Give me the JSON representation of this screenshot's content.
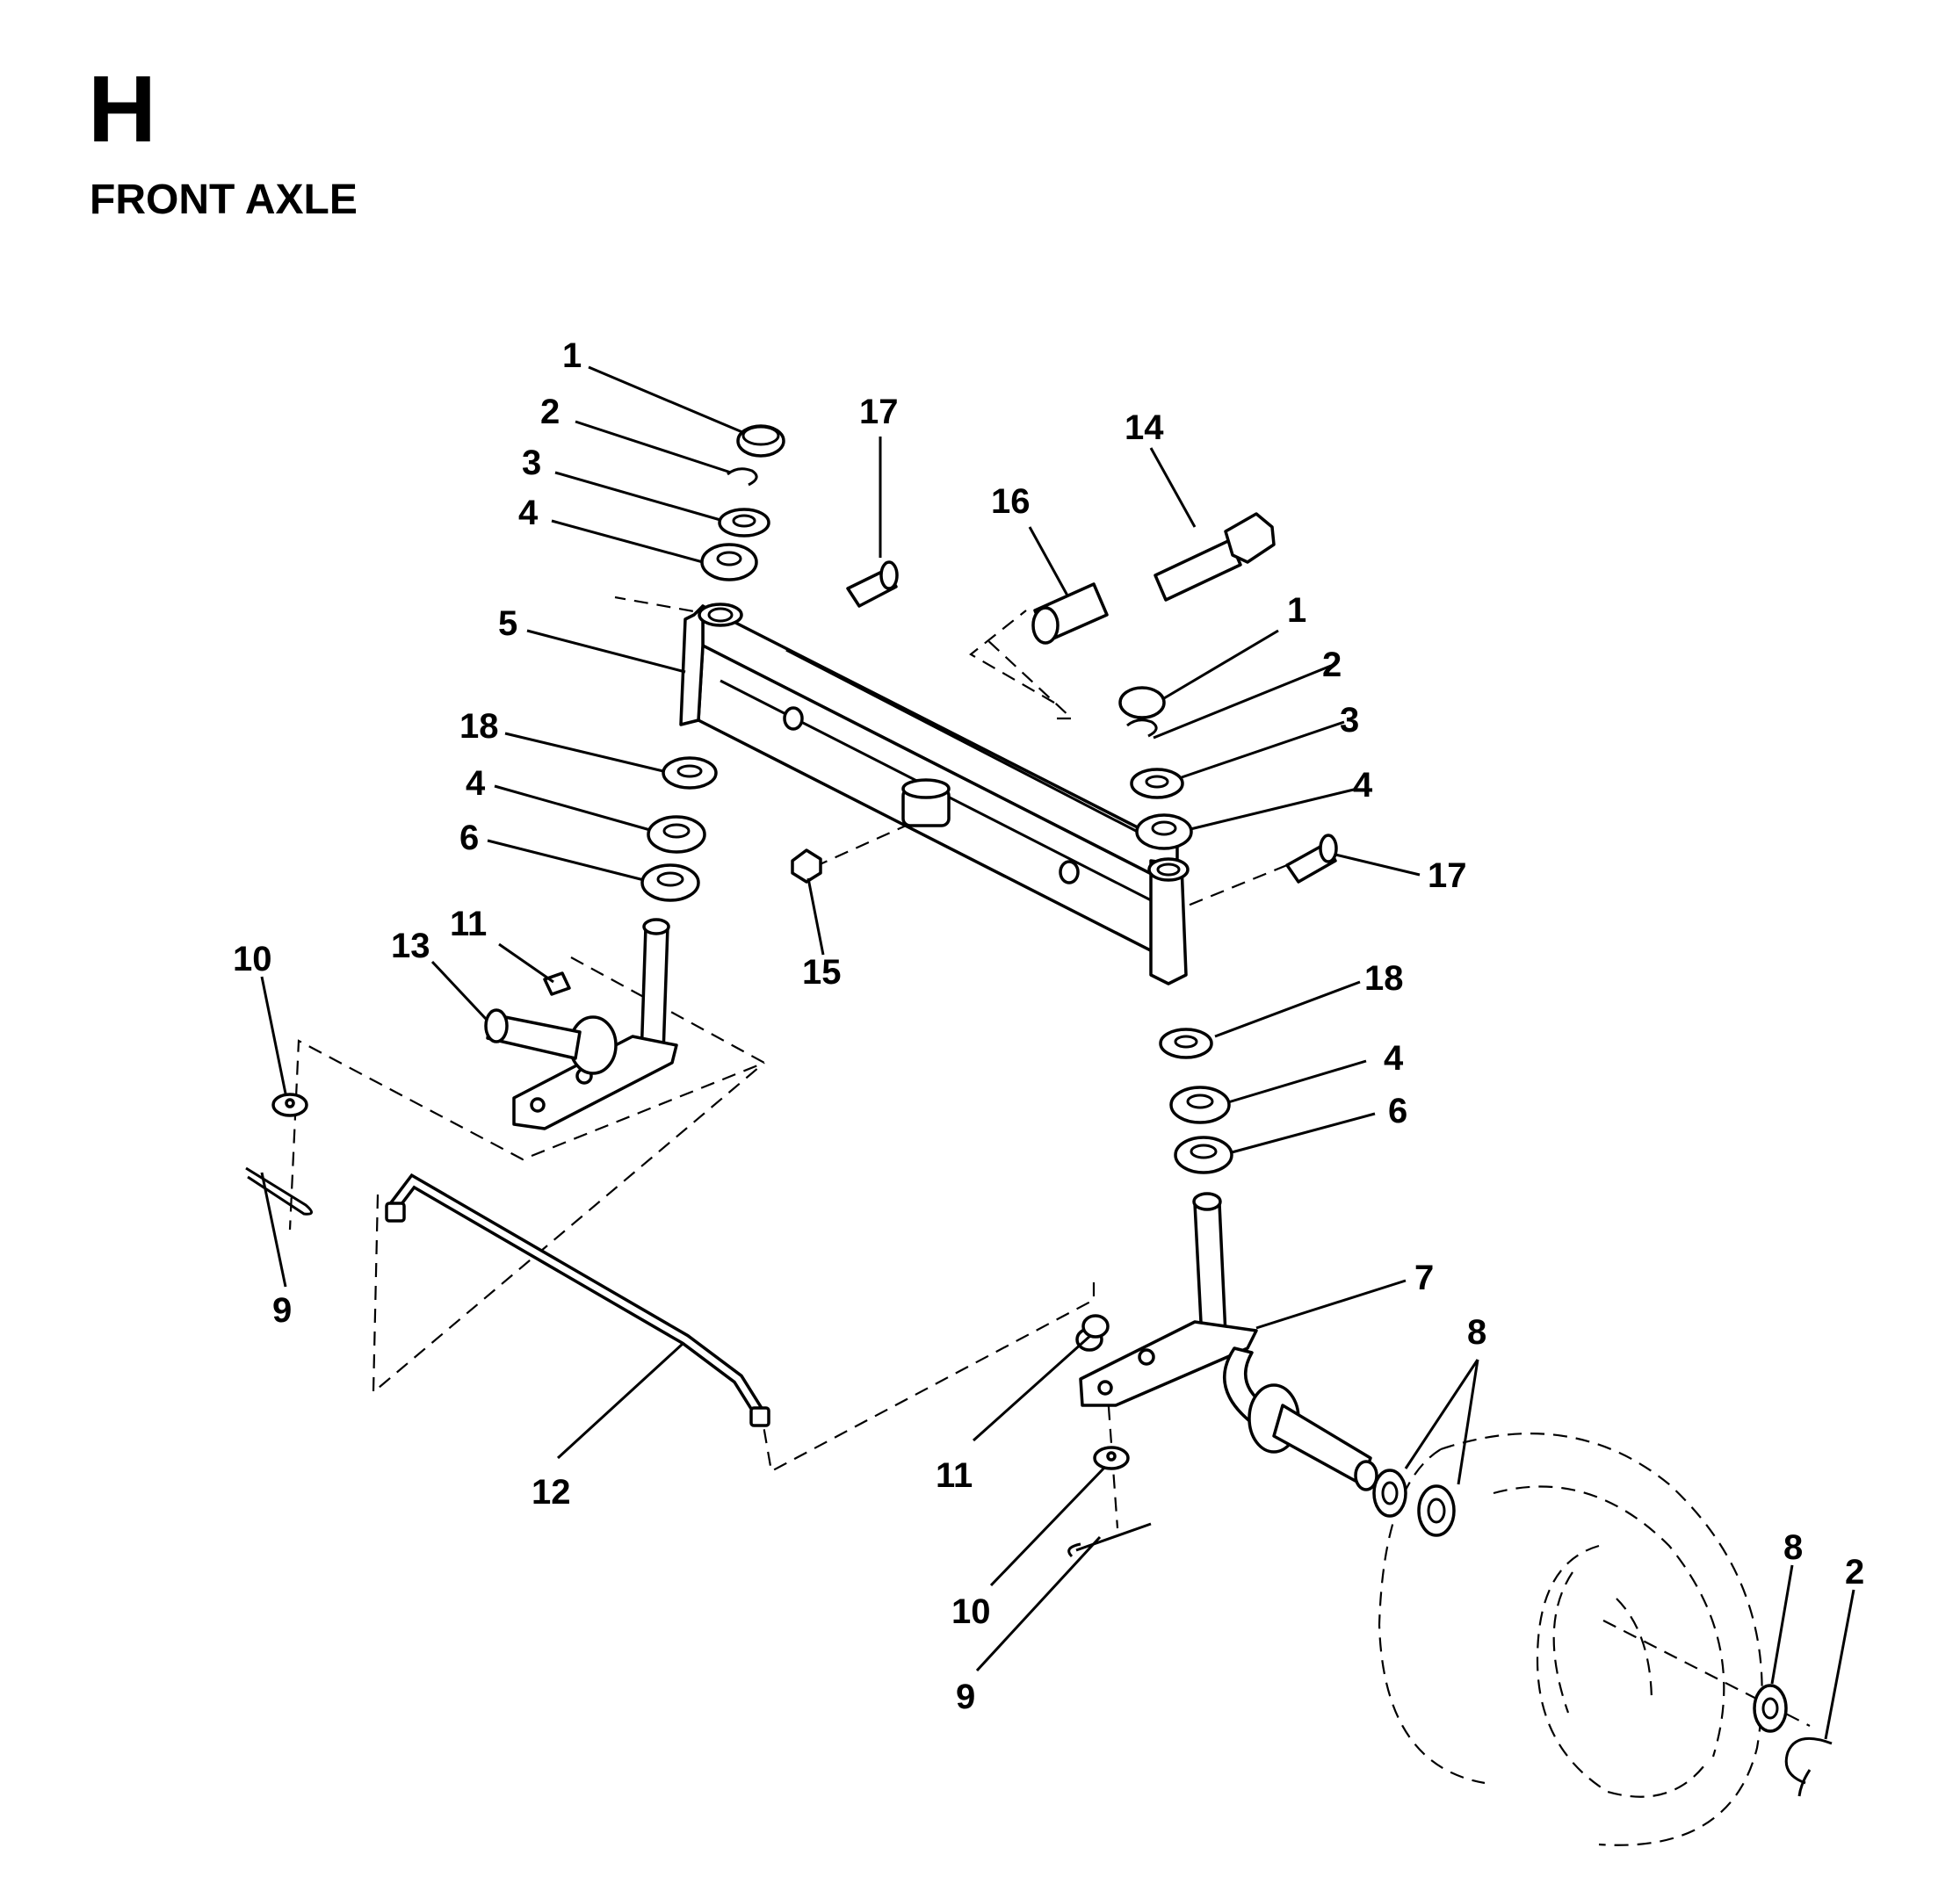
{
  "header": {
    "section_letter": "H",
    "title": "FRONT AXLE"
  },
  "callouts": [
    {
      "id": "c1a",
      "label": "1"
    },
    {
      "id": "c2a",
      "label": "2"
    },
    {
      "id": "c3a",
      "label": "3"
    },
    {
      "id": "c4a",
      "label": "4"
    },
    {
      "id": "c5",
      "label": "5"
    },
    {
      "id": "c18a",
      "label": "18"
    },
    {
      "id": "c4b",
      "label": "4"
    },
    {
      "id": "c6a",
      "label": "6"
    },
    {
      "id": "c17a",
      "label": "17"
    },
    {
      "id": "c16",
      "label": "16"
    },
    {
      "id": "c14",
      "label": "14"
    },
    {
      "id": "c1b",
      "label": "1"
    },
    {
      "id": "c2b",
      "label": "2"
    },
    {
      "id": "c3b",
      "label": "3"
    },
    {
      "id": "c4c",
      "label": "4"
    },
    {
      "id": "c17b",
      "label": "17"
    },
    {
      "id": "c15",
      "label": "15"
    },
    {
      "id": "c11a",
      "label": "11"
    },
    {
      "id": "c13",
      "label": "13"
    },
    {
      "id": "c10a",
      "label": "10"
    },
    {
      "id": "c9a",
      "label": "9"
    },
    {
      "id": "c18b",
      "label": "18"
    },
    {
      "id": "c4d",
      "label": "4"
    },
    {
      "id": "c6b",
      "label": "6"
    },
    {
      "id": "c7",
      "label": "7"
    },
    {
      "id": "c8a",
      "label": "8"
    },
    {
      "id": "c12",
      "label": "12"
    },
    {
      "id": "c11b",
      "label": "11"
    },
    {
      "id": "c10b",
      "label": "10"
    },
    {
      "id": "c9b",
      "label": "9"
    },
    {
      "id": "c8b",
      "label": "8"
    },
    {
      "id": "c2c",
      "label": "2"
    }
  ]
}
